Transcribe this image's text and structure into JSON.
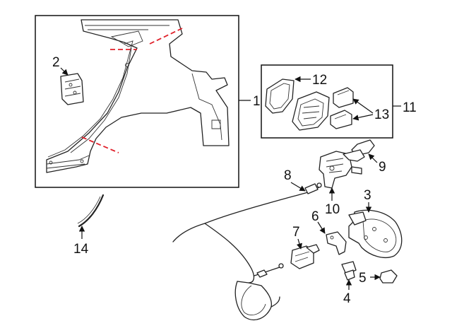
{
  "callouts": {
    "c1": "1",
    "c2": "2",
    "c3": "3",
    "c4": "4",
    "c5": "5",
    "c6": "6",
    "c7": "7",
    "c8": "8",
    "c9": "9",
    "c10": "10",
    "c11": "11",
    "c12": "12",
    "c13": "13",
    "c14": "14"
  },
  "colors": {
    "cut_lines": "#e0202a",
    "outline": "#222222"
  }
}
